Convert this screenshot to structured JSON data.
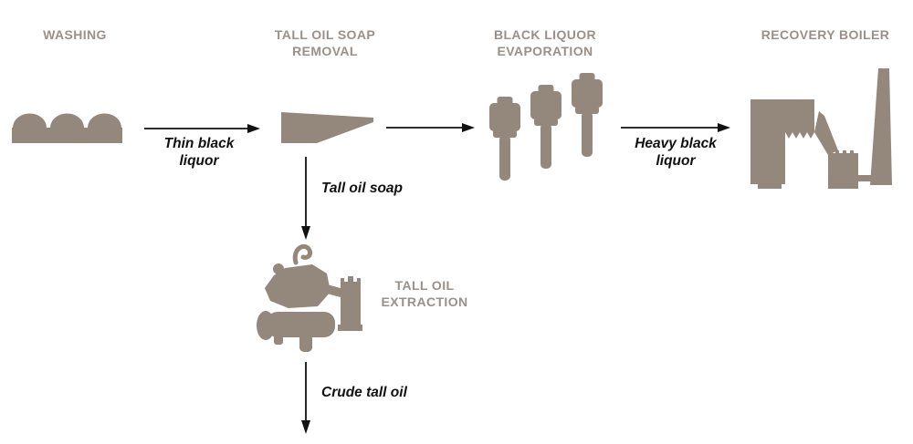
{
  "colors": {
    "icon": "#94877c",
    "heading": "#9a908b",
    "arrow": "#111111",
    "background": "#ffffff"
  },
  "stages": {
    "washing": {
      "title": "WASHING"
    },
    "soap_removal": {
      "title_line1": "TALL OIL SOAP",
      "title_line2": "REMOVAL"
    },
    "evaporation": {
      "title_line1": "BLACK LIQUOR",
      "title_line2": "EVAPORATION"
    },
    "recovery_boiler": {
      "title": "RECOVERY BOILER"
    },
    "extraction": {
      "title_line1": "TALL OIL",
      "title_line2": "EXTRACTION"
    }
  },
  "flows": {
    "thin_black_liquor": {
      "line1": "Thin black",
      "line2": "liquor"
    },
    "tall_oil_soap": {
      "label": "Tall oil soap"
    },
    "heavy_black_liquor": {
      "line1": "Heavy black",
      "line2": "liquor"
    },
    "crude_tall_oil": {
      "label": "Crude tall oil"
    }
  },
  "icons": {
    "washing": "washer-drums-icon",
    "soap_removal": "skimmer-tank-icon",
    "evaporation": "evaporator-vessels-icon",
    "recovery_boiler": "boiler-plant-icon",
    "extraction": "extraction-plant-icon"
  }
}
